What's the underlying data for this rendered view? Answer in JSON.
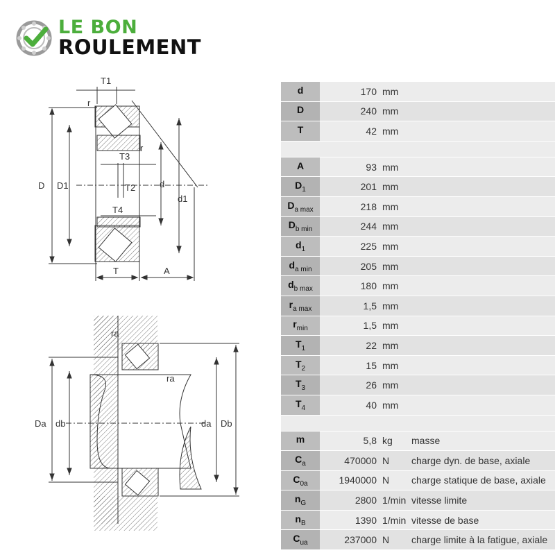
{
  "brand": {
    "line1": "LE BON",
    "line2": "ROULEMENT",
    "green": "#4cae3c",
    "dark": "#111111",
    "badge_icon": "check-bearing-icon"
  },
  "drawing_labels": {
    "D": "D",
    "D1": "D1",
    "d": "d",
    "d1": "d1",
    "T": "T",
    "A": "A",
    "r": "r",
    "r2": "r",
    "T1": "T1",
    "T2": "T2",
    "T3": "T3",
    "T4": "T4",
    "Da": "Da",
    "db": "db",
    "da": "da",
    "Db": "Db",
    "ra1": "ra",
    "ra2": "ra"
  },
  "groups": [
    {
      "rows": [
        {
          "sym": "d",
          "sub": "",
          "val": "170",
          "unit": "mm",
          "desc": ""
        },
        {
          "sym": "D",
          "sub": "",
          "val": "240",
          "unit": "mm",
          "desc": ""
        },
        {
          "sym": "T",
          "sub": "",
          "val": "42",
          "unit": "mm",
          "desc": ""
        }
      ]
    },
    {
      "rows": [
        {
          "sym": "A",
          "sub": "",
          "val": "93",
          "unit": "mm",
          "desc": ""
        },
        {
          "sym": "D",
          "sub": "1",
          "val": "201",
          "unit": "mm",
          "desc": ""
        },
        {
          "sym": "D",
          "sub": "a max",
          "val": "218",
          "unit": "mm",
          "desc": ""
        },
        {
          "sym": "D",
          "sub": "b min",
          "val": "244",
          "unit": "mm",
          "desc": ""
        },
        {
          "sym": "d",
          "sub": "1",
          "val": "225",
          "unit": "mm",
          "desc": ""
        },
        {
          "sym": "d",
          "sub": "a min",
          "val": "205",
          "unit": "mm",
          "desc": ""
        },
        {
          "sym": "d",
          "sub": "b max",
          "val": "180",
          "unit": "mm",
          "desc": ""
        },
        {
          "sym": "r",
          "sub": "a max",
          "val": "1,5",
          "unit": "mm",
          "desc": ""
        },
        {
          "sym": "r",
          "sub": "min",
          "val": "1,5",
          "unit": "mm",
          "desc": ""
        },
        {
          "sym": "T",
          "sub": "1",
          "val": "22",
          "unit": "mm",
          "desc": ""
        },
        {
          "sym": "T",
          "sub": "2",
          "val": "15",
          "unit": "mm",
          "desc": ""
        },
        {
          "sym": "T",
          "sub": "3",
          "val": "26",
          "unit": "mm",
          "desc": ""
        },
        {
          "sym": "T",
          "sub": "4",
          "val": "40",
          "unit": "mm",
          "desc": ""
        }
      ]
    },
    {
      "rows": [
        {
          "sym": "m",
          "sub": "",
          "val": "5,8",
          "unit": "kg",
          "desc": "masse"
        },
        {
          "sym": "C",
          "sub": "a",
          "val": "470000",
          "unit": "N",
          "desc": "charge dyn. de base, axiale"
        },
        {
          "sym": "C",
          "sub": "0a",
          "val": "1940000",
          "unit": "N",
          "desc": "charge statique de base, axiale"
        },
        {
          "sym": "n",
          "sub": "G",
          "val": "2800",
          "unit": "1/min",
          "desc": "vitesse limite"
        },
        {
          "sym": "n",
          "sub": "B",
          "val": "1390",
          "unit": "1/min",
          "desc": "vitesse de base"
        },
        {
          "sym": "C",
          "sub": "ua",
          "val": "237000",
          "unit": "N",
          "desc": "charge limite à la fatigue, axiale"
        }
      ]
    }
  ]
}
